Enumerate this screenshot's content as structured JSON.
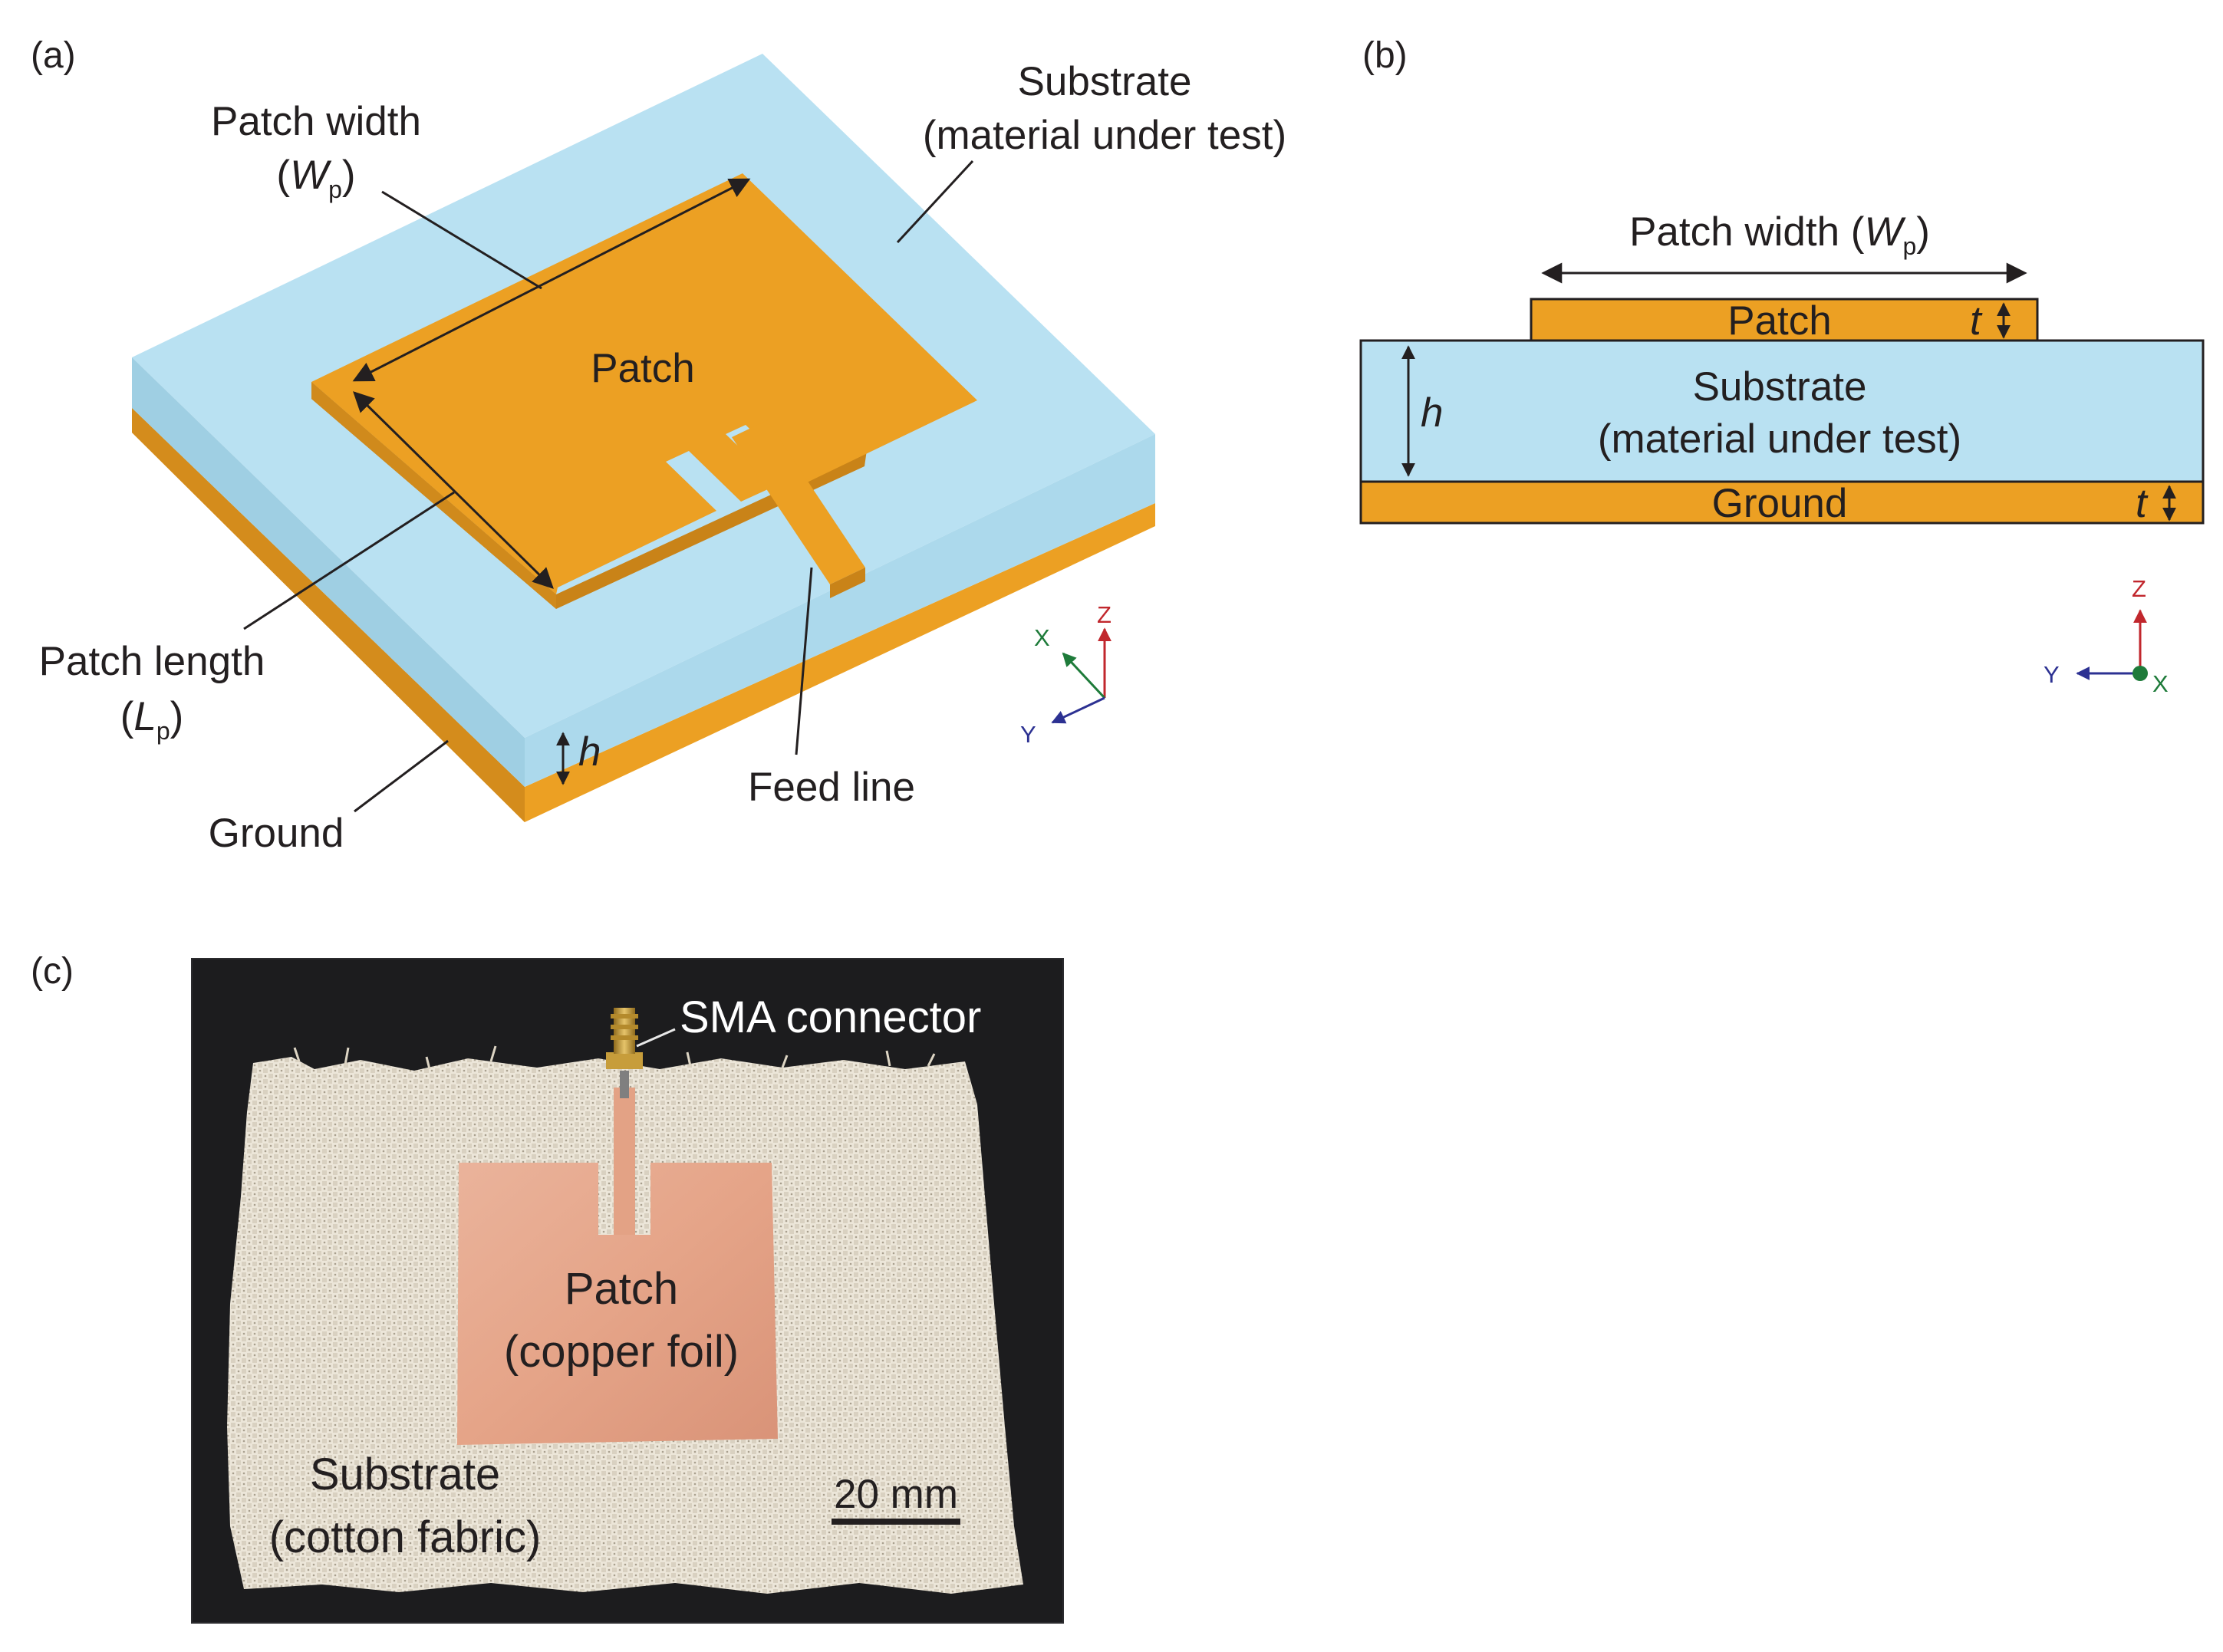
{
  "panels": {
    "a": {
      "label": "(a)",
      "substrate_label": [
        "Substrate",
        "(material under test)"
      ],
      "patch_width_label": "Patch width",
      "patch_width_symbol": "W",
      "patch_width_subscript": "p",
      "patch_label": "Patch",
      "patch_length_label": "Patch length",
      "patch_length_symbol": "L",
      "patch_length_subscript": "p",
      "ground_label": "Ground",
      "feed_line_label": "Feed line",
      "thickness_symbol": "h",
      "axes": {
        "x": "X",
        "y": "Y",
        "z": "Z"
      }
    },
    "b": {
      "label": "(b)",
      "patch_width_label": "Patch width (",
      "patch_width_symbol": "W",
      "patch_width_subscript": "p",
      "patch_width_close": ")",
      "patch_label": "Patch",
      "substrate_label": [
        "Substrate",
        "(material under test)"
      ],
      "ground_label": "Ground",
      "height_symbol": "h",
      "thickness_symbol": "t",
      "axes": {
        "x": "X",
        "y": "Y",
        "z": "Z"
      }
    },
    "c": {
      "label": "(c)",
      "connector_label": "SMA connector",
      "patch_label": [
        "Patch",
        "(copper foil)"
      ],
      "substrate_label": [
        "Substrate",
        "(cotton fabric)"
      ],
      "scale_bar_label": "20 mm"
    }
  },
  "colors": {
    "substrate": "#b9e1f2",
    "substrate_side": "#a8d4e6",
    "copper_patch": "#eca023",
    "copper_edge": "#c98318",
    "axis_x": "#1e7b3a",
    "axis_y": "#2c3192",
    "axis_z": "#c1272d",
    "photo_bg": "#1c1c1e",
    "fabric": "#ece6d9",
    "foil": "#e7a98f"
  }
}
